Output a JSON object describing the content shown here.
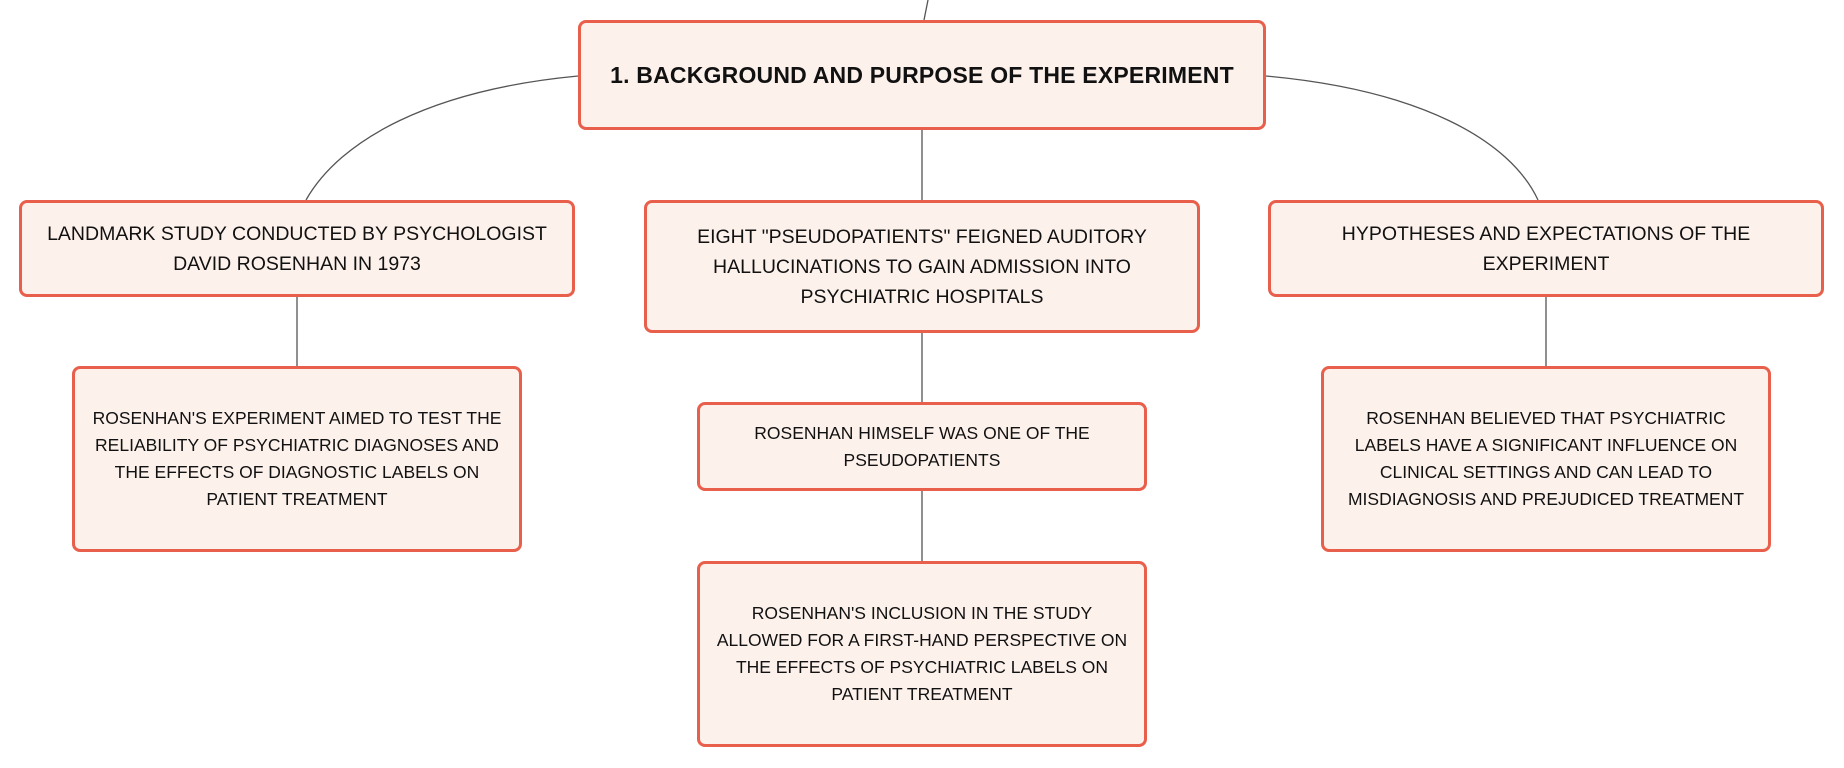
{
  "colors": {
    "node_fill": "#fdf1ec",
    "node_border": "#e8604c",
    "connector": "#555555",
    "text": "#111111"
  },
  "root": {
    "label": "1. BACKGROUND AND PURPOSE OF THE EXPERIMENT"
  },
  "branches": [
    {
      "label": "LANDMARK STUDY CONDUCTED BY PSYCHOLOGIST DAVID ROSENHAN IN 1973",
      "children": [
        {
          "label": "ROSENHAN'S EXPERIMENT AIMED TO TEST THE RELIABILITY OF PSYCHIATRIC DIAGNOSES AND THE EFFECTS OF DIAGNOSTIC LABELS ON PATIENT TREATMENT"
        }
      ]
    },
    {
      "label": "EIGHT \"PSEUDOPATIENTS\" FEIGNED AUDITORY HALLUCINATIONS TO GAIN ADMISSION INTO PSYCHIATRIC HOSPITALS",
      "children": [
        {
          "label": "ROSENHAN HIMSELF WAS ONE OF THE PSEUDOPATIENTS"
        },
        {
          "label": "ROSENHAN'S INCLUSION IN THE STUDY ALLOWED FOR A FIRST-HAND PERSPECTIVE ON THE EFFECTS OF PSYCHIATRIC LABELS ON PATIENT TREATMENT"
        }
      ]
    },
    {
      "label": "HYPOTHESES AND EXPECTATIONS OF THE EXPERIMENT",
      "children": [
        {
          "label": "ROSENHAN BELIEVED THAT PSYCHIATRIC LABELS HAVE A SIGNIFICANT INFLUENCE ON CLINICAL SETTINGS AND CAN LEAD TO MISDIAGNOSIS AND PREJUDICED TREATMENT"
        }
      ]
    }
  ]
}
